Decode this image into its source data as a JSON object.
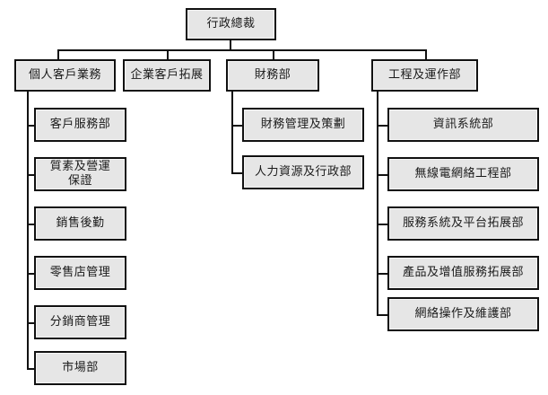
{
  "diagram": {
    "type": "organization-chart",
    "title_text": "行政總裁",
    "colors": {
      "node_fill": "#e6e6e6",
      "node_border": "#111111",
      "connector": "#111111",
      "background": "#ffffff",
      "text": "#1a1a1a"
    },
    "root": {
      "label": "行政總裁"
    },
    "divisions": [
      {
        "label": "個人客戶業務",
        "children": [
          {
            "label": "客戶服務部"
          },
          {
            "label": "質素及營運\n保證",
            "line1": "質素及營運",
            "line2": "保證"
          },
          {
            "label": "銷售後勤"
          },
          {
            "label": "零售店管理"
          },
          {
            "label": "分銷商管理"
          },
          {
            "label": "市場部"
          }
        ]
      },
      {
        "label": "企業客戶拓展",
        "children": []
      },
      {
        "label": "財務部",
        "children": [
          {
            "label": "財務管理及策劃"
          },
          {
            "label": "人力資源及行政部"
          }
        ]
      },
      {
        "label": "工程及運作部",
        "children": [
          {
            "label": "資訊系統部"
          },
          {
            "label": "無線電網絡工程部"
          },
          {
            "label": "服務系統及平台拓展部"
          },
          {
            "label": "產品及增值服務拓展部"
          },
          {
            "label": "網絡操作及維護部"
          }
        ]
      }
    ]
  }
}
